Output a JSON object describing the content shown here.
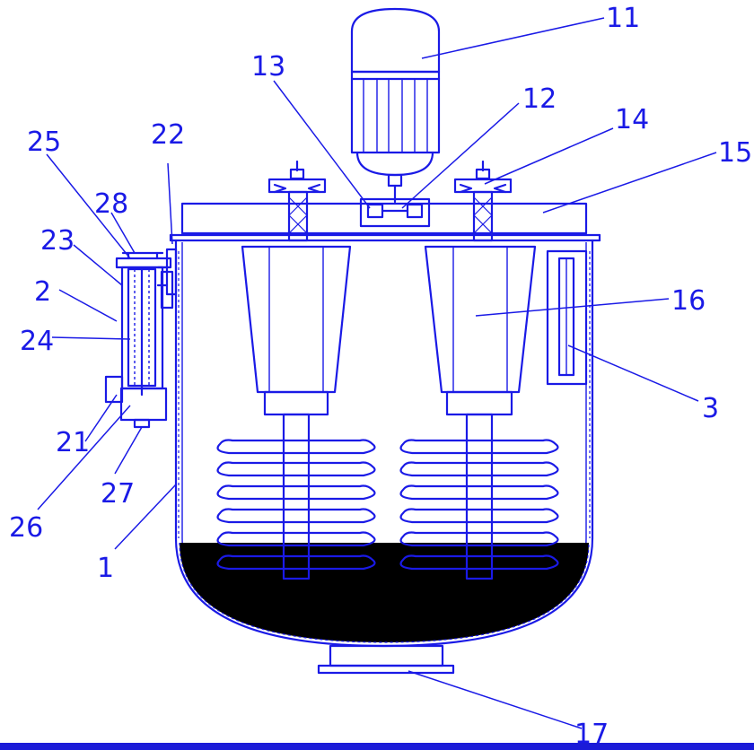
{
  "diagram": {
    "labels": [
      {
        "id": "11",
        "text": "11"
      },
      {
        "id": "12",
        "text": "12"
      },
      {
        "id": "13",
        "text": "13"
      },
      {
        "id": "14",
        "text": "14"
      },
      {
        "id": "15",
        "text": "15"
      },
      {
        "id": "16",
        "text": "16"
      },
      {
        "id": "3",
        "text": "3"
      },
      {
        "id": "17",
        "text": "17"
      },
      {
        "id": "1",
        "text": "1"
      },
      {
        "id": "2",
        "text": "2"
      },
      {
        "id": "21",
        "text": "21"
      },
      {
        "id": "22",
        "text": "22"
      },
      {
        "id": "23",
        "text": "23"
      },
      {
        "id": "24",
        "text": "24"
      },
      {
        "id": "25",
        "text": "25"
      },
      {
        "id": "26",
        "text": "26"
      },
      {
        "id": "27",
        "text": "27"
      },
      {
        "id": "28",
        "text": "28"
      }
    ],
    "colors": {
      "line": "#1a1ae6",
      "background": "#ffffff"
    }
  }
}
